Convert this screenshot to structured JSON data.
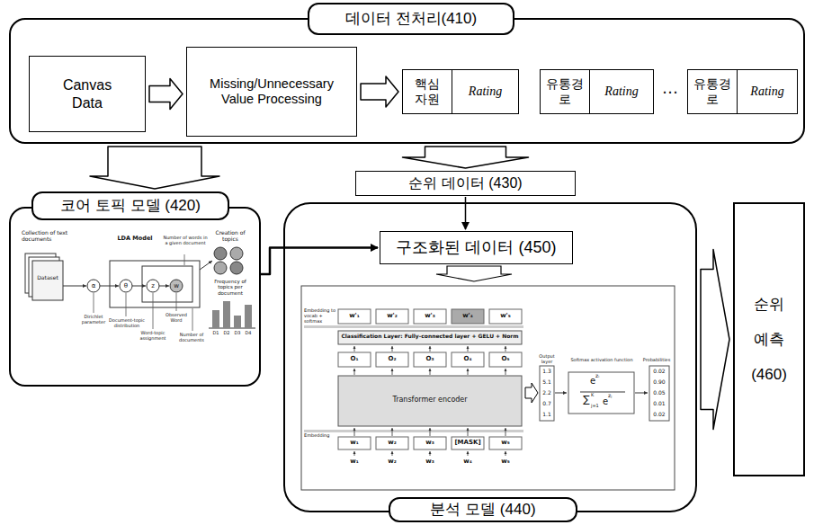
{
  "diagram": {
    "nodes": [
      {
        "text": [
          "데이터 전처리(410)"
        ]
      },
      {
        "text": [
          "Canvas Data"
        ],
        "in": 0
      },
      {
        "text": [
          "Missing/Unnecessary Value Processing"
        ],
        "in": 0
      },
      {
        "text": [
          "핵심 자원",
          "Rating"
        ],
        "in": 0
      },
      {
        "text": [
          "유통경 로",
          "Rating"
        ],
        "in": 0
      },
      {
        "text": [
          "유통경 로",
          "Rating"
        ],
        "in": 0
      },
      {
        "text": [
          "순위 데이터 (430)"
        ]
      },
      {
        "text": [
          "코어 토픽 모델 (420)"
        ]
      },
      {
        "text": [
          "분석 모델 (440)"
        ]
      },
      {
        "text": [
          "구조화된 데이터 (450)"
        ],
        "in": 8
      },
      {
        "text": [
          "순위 예측 (460)"
        ]
      }
    ],
    "edges": [
      {
        "from": 1,
        "to": 2,
        "arrow": "to"
      },
      {
        "from": 2,
        "to": 3,
        "arrow": "to"
      },
      {
        "from": 0,
        "to": 6,
        "arrow": "to"
      },
      {
        "from": 0,
        "to": 7,
        "arrow": "to"
      },
      {
        "from": 6,
        "to": 9,
        "arrow": "to"
      },
      {
        "from": 7,
        "to": 9,
        "arrow": "to"
      },
      {
        "from": 8,
        "to": 10,
        "arrow": "to"
      }
    ],
    "labels": [
      "…",
      "Collection of text documents",
      "Dataset",
      "LDA Model",
      "Number of words in a given document",
      "Creation of topics",
      "Frequency of topics per document",
      "D1",
      "D2",
      "D3",
      "D4",
      "α",
      "θ",
      "z",
      "w",
      "Dirichlet parameter",
      "Document-topic distribution",
      "Word-topic assignment",
      "Observed Word",
      "Number of documents",
      "Embedding to vocab + softmax",
      "w'₁",
      "w'₂",
      "w'₃",
      "w'₄",
      "w'₅",
      "Classification Layer: Fully-connected layer + GELU + Norm",
      "O₁",
      "O₂",
      "O₃",
      "O₄",
      "O₅",
      "Transformer encoder",
      "Embedding",
      "w₁",
      "w₂",
      "w₃",
      "[MASK]",
      "w₅",
      "w₁",
      "w₂",
      "w₃",
      "w₄",
      "w₅",
      "Output layer",
      "1.3",
      "5.1",
      "2.2",
      "0.7",
      "1.1",
      "Softmax activation function",
      "e",
      "zᵢ",
      "∑",
      "K",
      "j=1",
      "e",
      "zⱼ",
      "Probabilities",
      "0.02",
      "0.90",
      "0.05",
      "0.01",
      "0.02"
    ]
  }
}
